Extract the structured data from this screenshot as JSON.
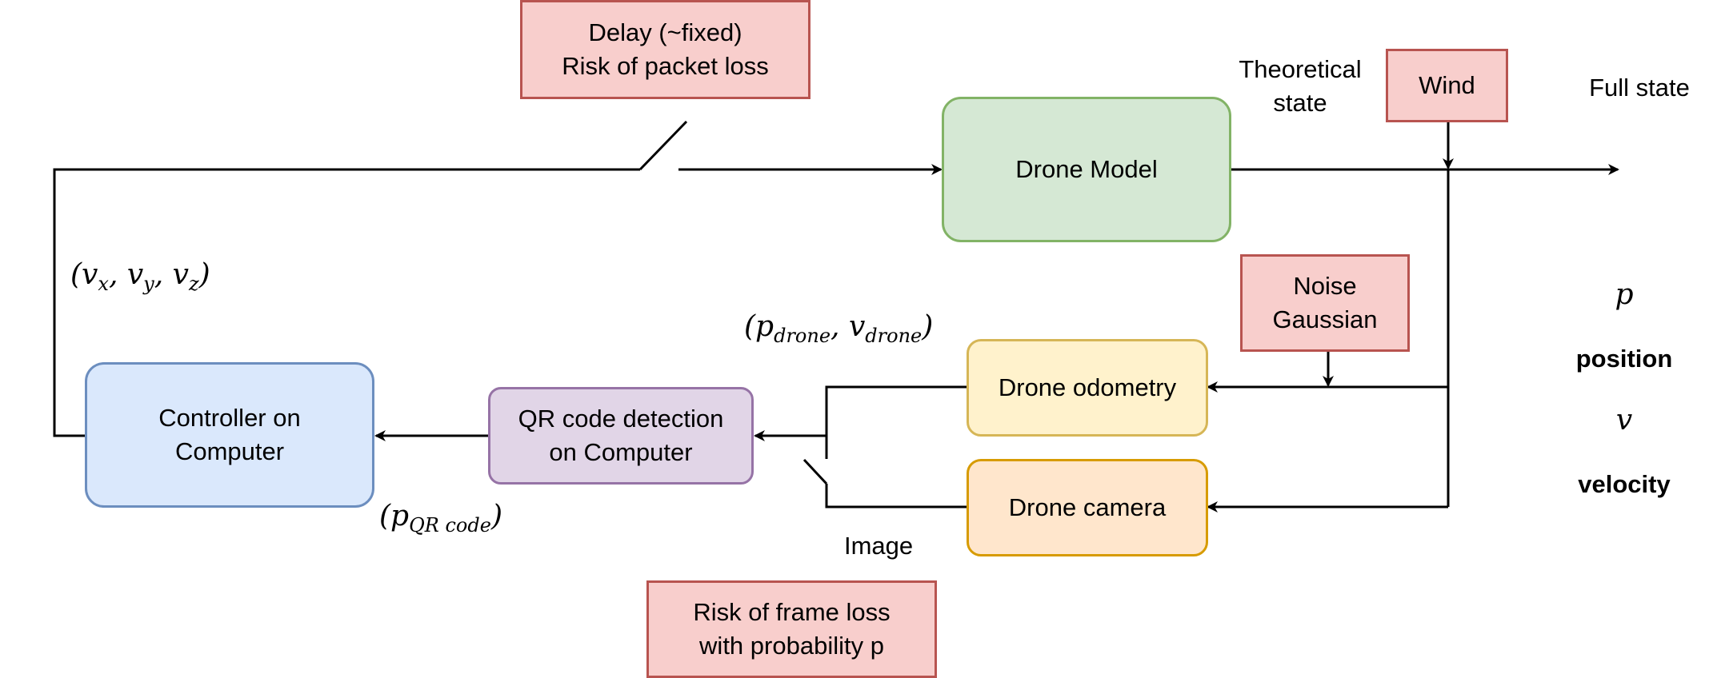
{
  "boxes": {
    "delay": [
      "Delay (~fixed)",
      "Risk of packet loss"
    ],
    "drone_model": "Drone Model",
    "wind": "Wind",
    "noise": [
      "Noise",
      "Gaussian"
    ],
    "odometry": "Drone odometry",
    "camera": "Drone camera",
    "qr_detection": [
      "QR code detection",
      "on Computer"
    ],
    "controller": [
      "Controller on",
      "Computer"
    ],
    "frame_loss": [
      "Risk of frame loss",
      "with probability p"
    ]
  },
  "labels": {
    "theoretical_state": [
      "Theoretical",
      "state"
    ],
    "full_state": "Full state",
    "image": "Image",
    "velocity_cmd": {
      "open": "(",
      "v": "v",
      "x": "x",
      "y": "y",
      "z": "z",
      "sep": ", ",
      "close": ")"
    },
    "drone_meas": {
      "open": "(",
      "p": "p",
      "p_sub": "drone",
      "sep": ", ",
      "v": "v",
      "v_sub": "drone",
      "close": ")"
    },
    "qr_meas": {
      "open": "(",
      "p": "p",
      "sub": "QR code",
      "close": ")"
    }
  },
  "legend": {
    "p_symbol": "p",
    "position": "position",
    "v_symbol": "v",
    "velocity": "velocity"
  },
  "colors": {
    "red_fill": "#f8cecc",
    "red_stroke": "#b85450",
    "green_fill": "#d5e8d4",
    "green_stroke": "#82b366",
    "yellow_fill": "#fff2cc",
    "yellow_stroke": "#d6b656",
    "orange_fill": "#ffe6cc",
    "orange_stroke": "#d79b00",
    "blue_fill": "#dae8fc",
    "blue_stroke": "#6c8ebf",
    "purple_fill": "#e1d5e7",
    "purple_stroke": "#9673a6"
  }
}
